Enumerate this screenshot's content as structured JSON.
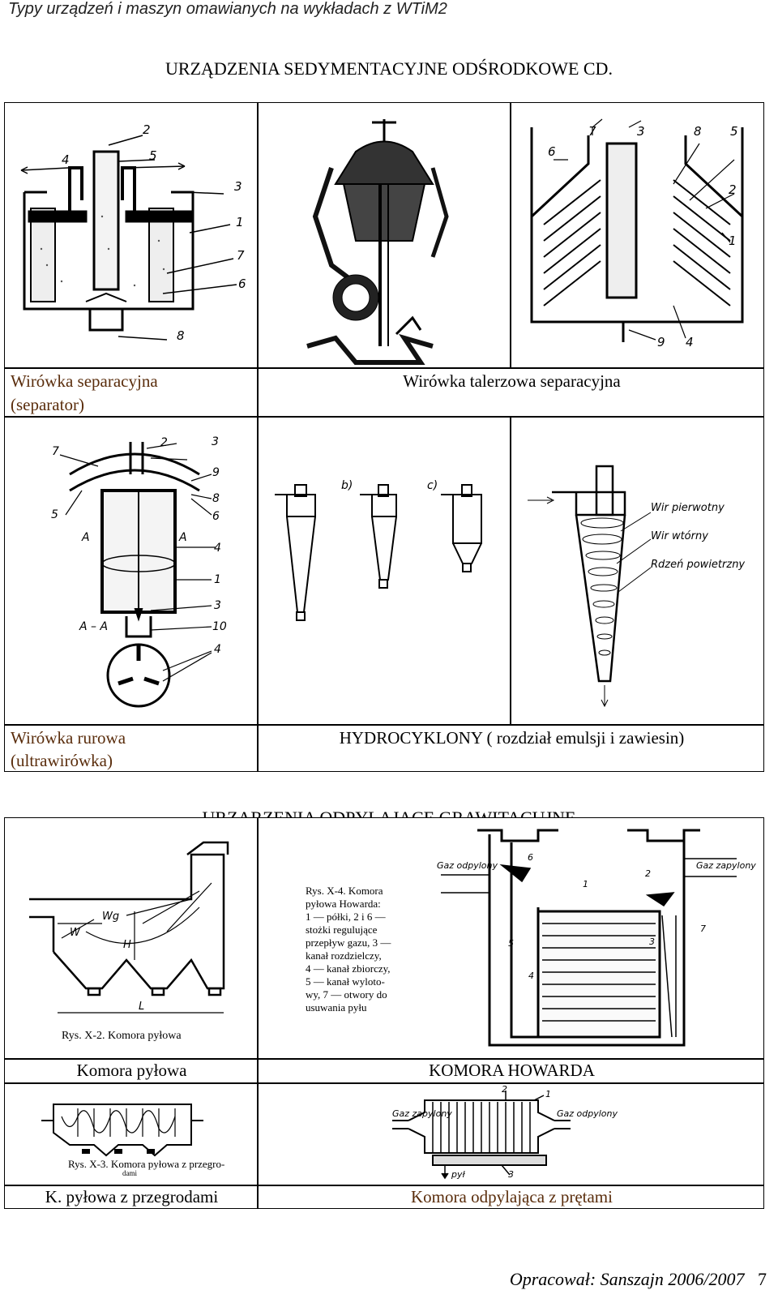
{
  "header": "Typy urządzeń i maszyn omawianych na wykładach z WTiM2",
  "section1_title": "URZĄDZENIA SEDYMENTACYJNE ODŚRODKOWE CD.",
  "section2_title": "URZĄRZENIA ODPYLAJĄCE GRAWITACUJNE",
  "captions": {
    "separator": [
      "Wirówka separacyjna",
      "(separator)"
    ],
    "disc": "Wirówka talerzowa separacyjna",
    "tubular": [
      "Wirówka rurowa",
      "(ultrawirówka)"
    ],
    "hydrocyclones": "HYDROCYKLONY ( rozdział emulsji i zawiesin)",
    "dust_chamber": "Komora pyłowa",
    "howard": "KOMORA HOWARDA",
    "baffles": "K. pyłowa z przegrodami",
    "rods": "Komora odpylająca z prętami"
  },
  "figure_text": {
    "sep_labels": [
      "2",
      "4",
      "5",
      "3",
      "1",
      "7",
      "6",
      "8"
    ],
    "disc_labels": [
      "7",
      "3",
      "8",
      "5",
      "6",
      "2",
      "1",
      "9",
      "4"
    ],
    "tube_labels": [
      "7",
      "2",
      "3",
      "9",
      "5",
      "8",
      "6",
      "A",
      "A",
      "4",
      "1",
      "3",
      "A – A",
      "10",
      "4"
    ],
    "cyclone_letters": [
      "b)",
      "c)"
    ],
    "vortex_labels": [
      "Wir pierwotny",
      "Wir wtórny",
      "Rdzeń powietrzny"
    ],
    "chamber_caption": "Rys. X-2. Komora pyłowa",
    "chamber_labels": [
      "Wg",
      "W",
      "H",
      "L"
    ],
    "howard_note": "Rys. X-4. Komora\npyłowa Howarda:\n1 — półki, 2 i 6 —\nstożki regulujące\nprzepływ gazu, 3 —\nkanał rozdzielczy,\n4 — kanał zbiorczy,\n5 — kanał wyloto-\nwy, 7 — otwory do\nusuwania pyłu",
    "howard_labels": [
      "Gaz odpylony",
      "Gaz zapylony",
      "6",
      "1",
      "2",
      "5",
      "4",
      "3",
      "7"
    ],
    "baffle_caption": "Rys. X-3. Komora pyłowa z przegro-\ndami",
    "rods_labels": [
      "Gaz zapylony",
      "Gaz odpylony",
      "2",
      "1",
      "pył",
      "3"
    ]
  },
  "footer": {
    "author": "Opracował: Sanszajn 2006/2007",
    "page": "7"
  }
}
